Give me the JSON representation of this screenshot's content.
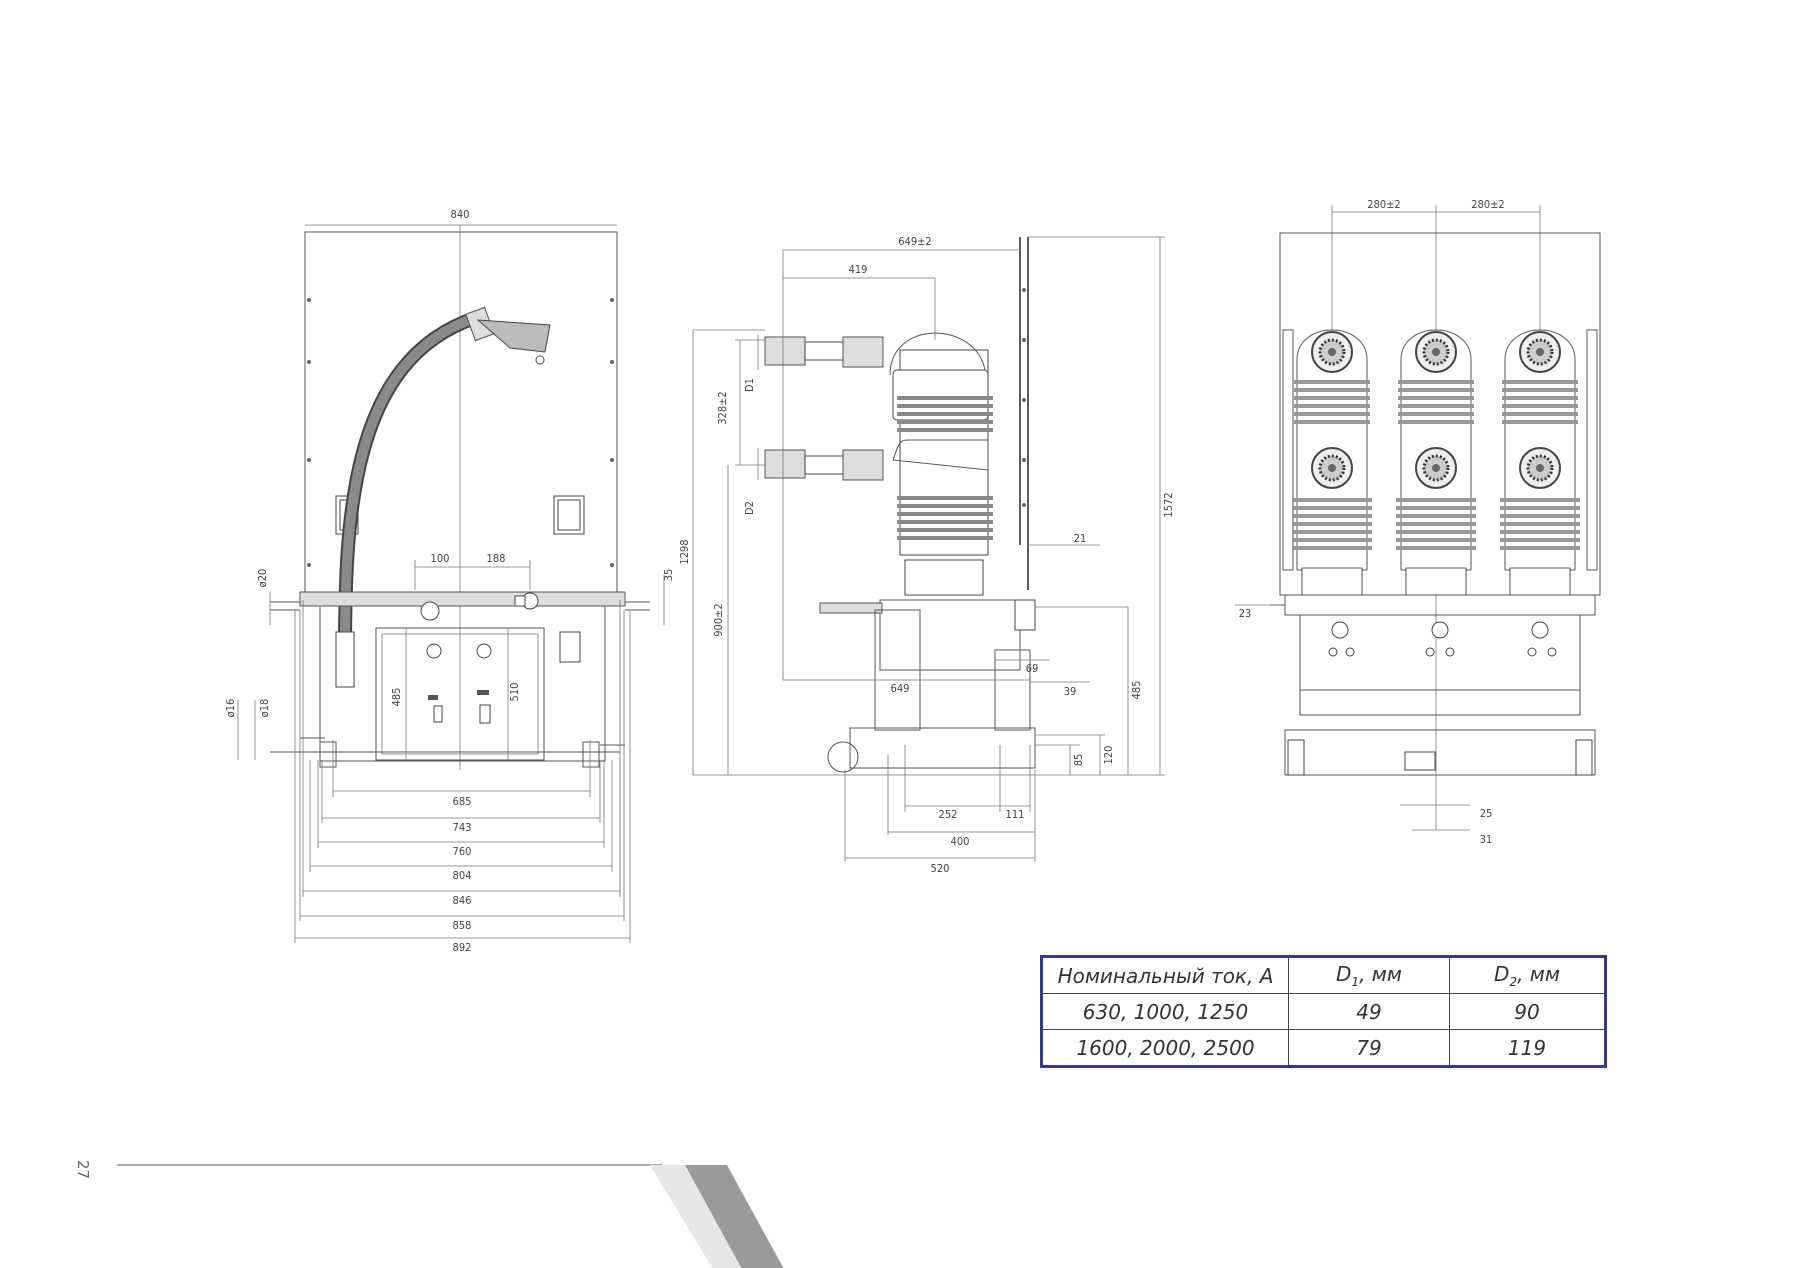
{
  "page_number": "27",
  "front_view": {
    "dims": {
      "width_top": "840",
      "d100": "100",
      "d188": "188",
      "d20": "ø20",
      "d35": "35",
      "d16": "ø16",
      "d18": "ø18",
      "h485": "485",
      "h510": "510",
      "w685": "685",
      "w743": "743",
      "w760": "760",
      "w804": "804",
      "w846": "846",
      "w858": "858",
      "w892": "892"
    }
  },
  "side_view": {
    "dims": {
      "d649pm": "649±2",
      "d419": "419",
      "d328pm": "328±2",
      "label_d1": "D1",
      "label_d2": "D2",
      "d1298": "1298",
      "d900pm": "900±2",
      "d1572": "1572",
      "d21": "21",
      "d69": "69",
      "d649": "649",
      "d39": "39",
      "d485": "485",
      "d85": "85",
      "d120": "120",
      "d252": "252",
      "d111": "111",
      "d400": "400",
      "d520": "520"
    }
  },
  "rear_view": {
    "dims": {
      "d280a": "280±2",
      "d280b": "280±2",
      "d23": "23",
      "d25": "25",
      "d31": "31"
    }
  },
  "spec_table": {
    "header": {
      "current": "Номинальный ток, А",
      "d1_main": "D",
      "d1_sub": "1",
      "d1_unit": ", мм",
      "d2_main": "D",
      "d2_sub": "2",
      "d2_unit": ", мм"
    },
    "rows": [
      {
        "current": "630, 1000, 1250",
        "d1": "49",
        "d2": "90"
      },
      {
        "current": "1600, 2000, 2500",
        "d1": "79",
        "d2": "119"
      }
    ]
  }
}
